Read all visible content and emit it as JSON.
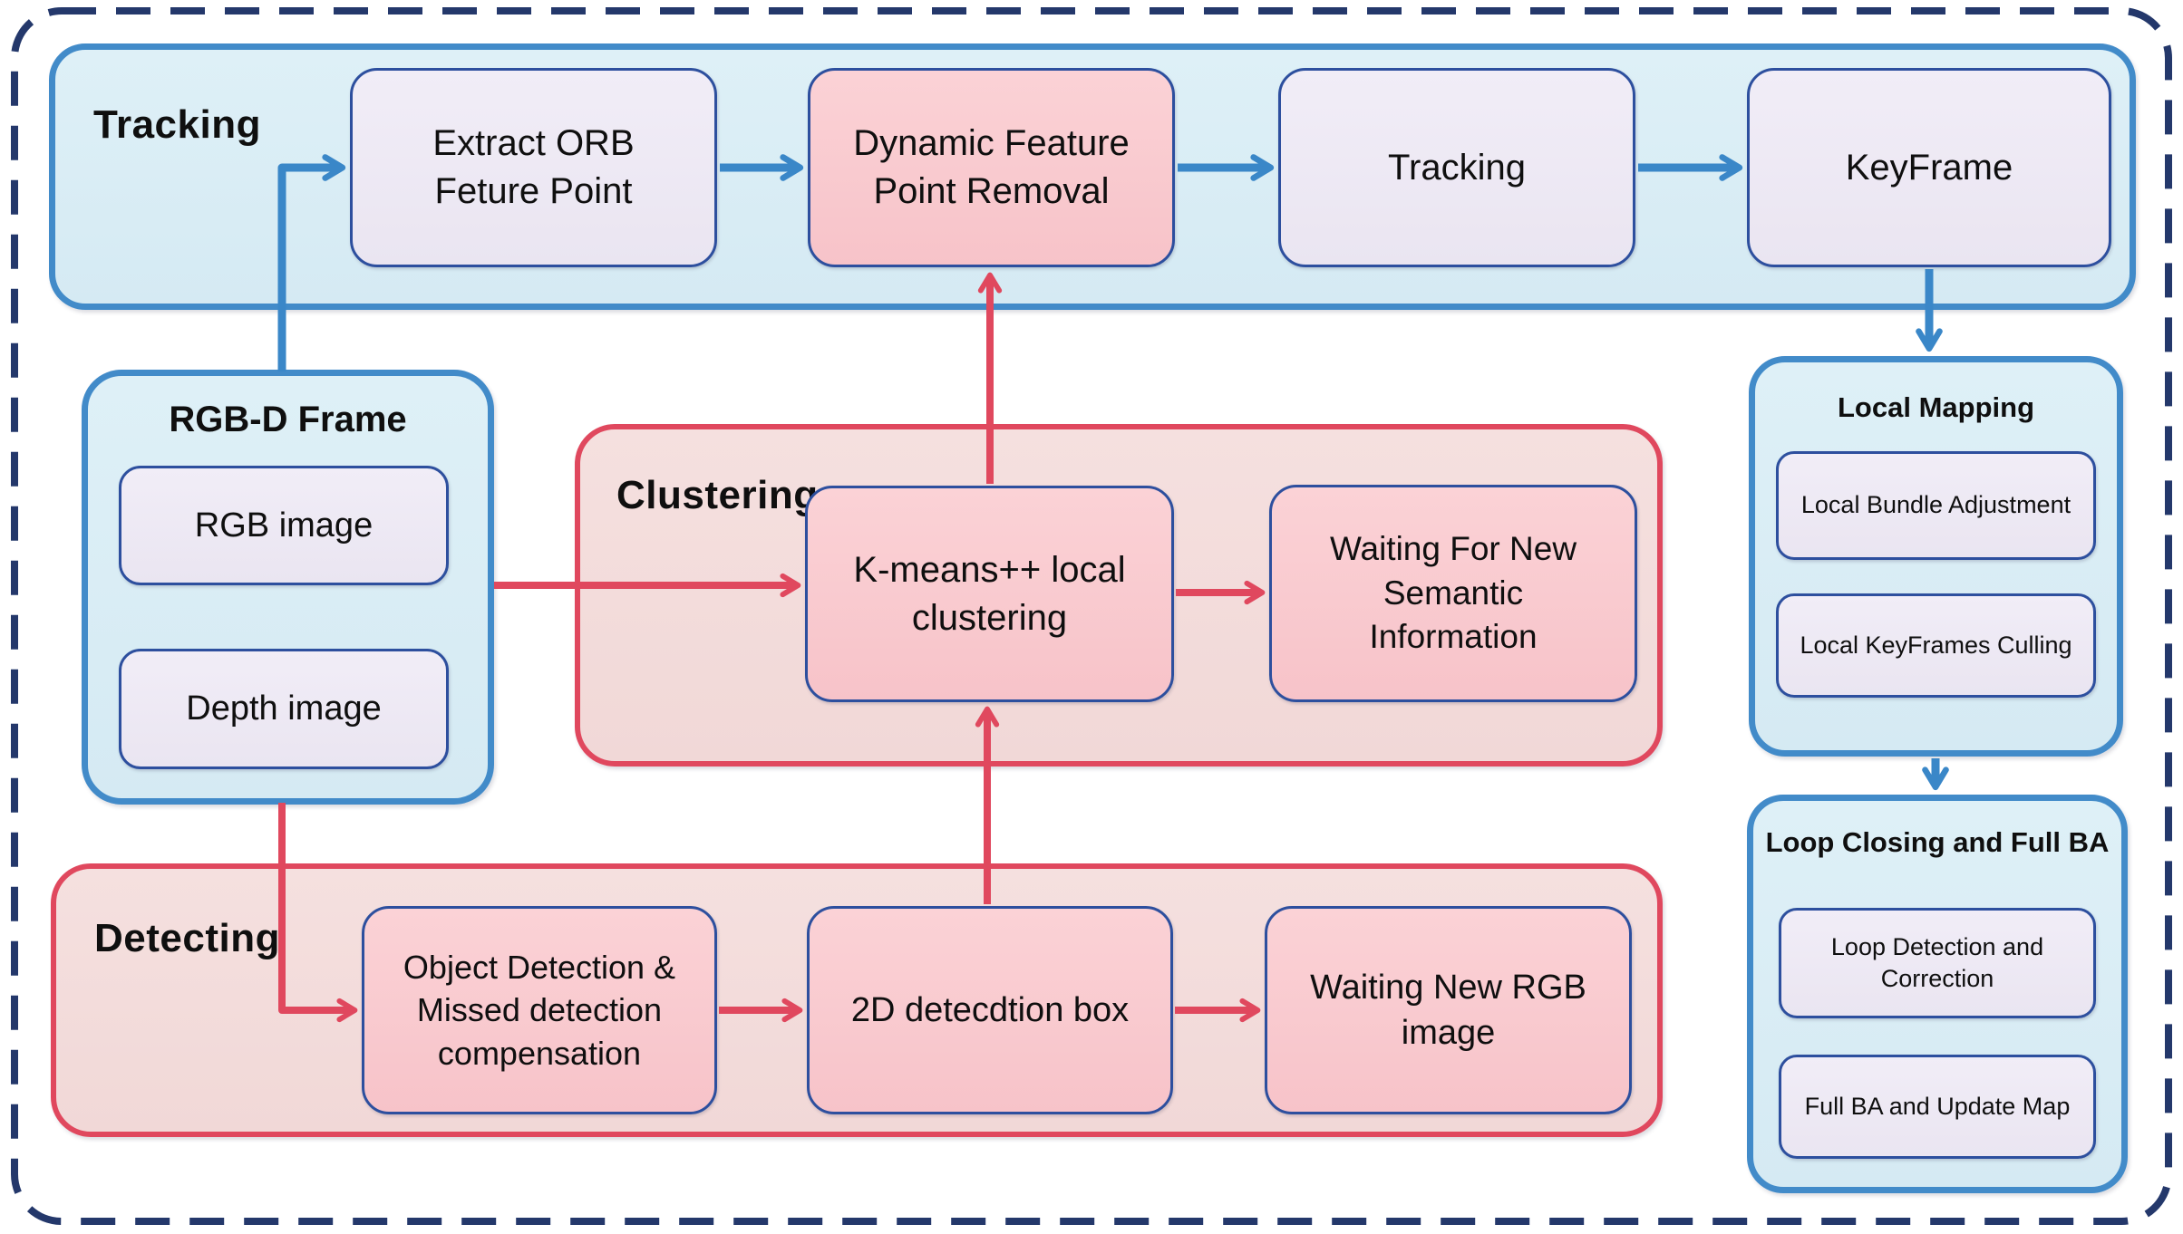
{
  "figure": {
    "description": "SLAM system architecture flow diagram"
  },
  "colors": {
    "outer_border": "#24386b",
    "blue_container_fill": "#daedf5",
    "blue_container_border": "#428bc9",
    "pink_container_fill": "#f3dcdb",
    "pink_container_border": "#e0485e",
    "node_border": "#2d4f9e",
    "node_lavender_fill": "#eeeaf4",
    "node_pink_fill": "#f9cacf",
    "blue_arrow": "#3a87c8",
    "red_arrow": "#e0485e",
    "text": "#0f0f0f"
  },
  "containers": {
    "tracking": {
      "label": "Tracking"
    },
    "rgbd": {
      "label": "RGB-D Frame"
    },
    "clustering": {
      "label": "Clustering"
    },
    "detecting": {
      "label": "Detecting"
    },
    "local_mapping": {
      "label": "Local Mapping"
    },
    "loop_closing": {
      "label": "Loop Closing and Full BA"
    }
  },
  "nodes": {
    "extract_orb": "Extract ORB\nFeture Point",
    "dynamic_removal": "Dynamic Feature\nPoint Removal",
    "tracking_step": "Tracking",
    "keyframe": "KeyFrame",
    "rgb_image": "RGB image",
    "depth_image": "Depth image",
    "kmeans": "K-means++ local\nclustering",
    "waiting_semantic": "Waiting For New\nSemantic\nInformation",
    "object_detection": "Object Detection &\nMissed detection\ncompensation",
    "detection_box_2d": "2D detecdtion box",
    "waiting_rgb": "Waiting New RGB\nimage",
    "local_bundle_adjustment": "Local Bundle Adjustment",
    "local_keyframes_culling": "Local KeyFrames Culling",
    "loop_detection_correction": "Loop Detection and\nCorrection",
    "full_ba_update_map": "Full BA and Update Map"
  },
  "arrows": [
    {
      "from": "rgbd",
      "to": "extract_orb",
      "color": "blue"
    },
    {
      "from": "extract_orb",
      "to": "dynamic_removal",
      "color": "blue"
    },
    {
      "from": "dynamic_removal",
      "to": "tracking_step",
      "color": "blue"
    },
    {
      "from": "tracking_step",
      "to": "keyframe",
      "color": "blue"
    },
    {
      "from": "keyframe",
      "to": "local_mapping",
      "color": "blue"
    },
    {
      "from": "local_mapping",
      "to": "loop_closing",
      "color": "blue"
    },
    {
      "from": "rgbd",
      "to": "kmeans",
      "color": "red"
    },
    {
      "from": "kmeans",
      "to": "waiting_semantic",
      "color": "red"
    },
    {
      "from": "kmeans",
      "to": "dynamic_removal",
      "color": "red"
    },
    {
      "from": "detection_box_2d",
      "to": "kmeans",
      "color": "red"
    },
    {
      "from": "rgbd",
      "to": "object_detection",
      "color": "red"
    },
    {
      "from": "object_detection",
      "to": "detection_box_2d",
      "color": "red"
    },
    {
      "from": "detection_box_2d",
      "to": "waiting_rgb",
      "color": "red"
    }
  ]
}
